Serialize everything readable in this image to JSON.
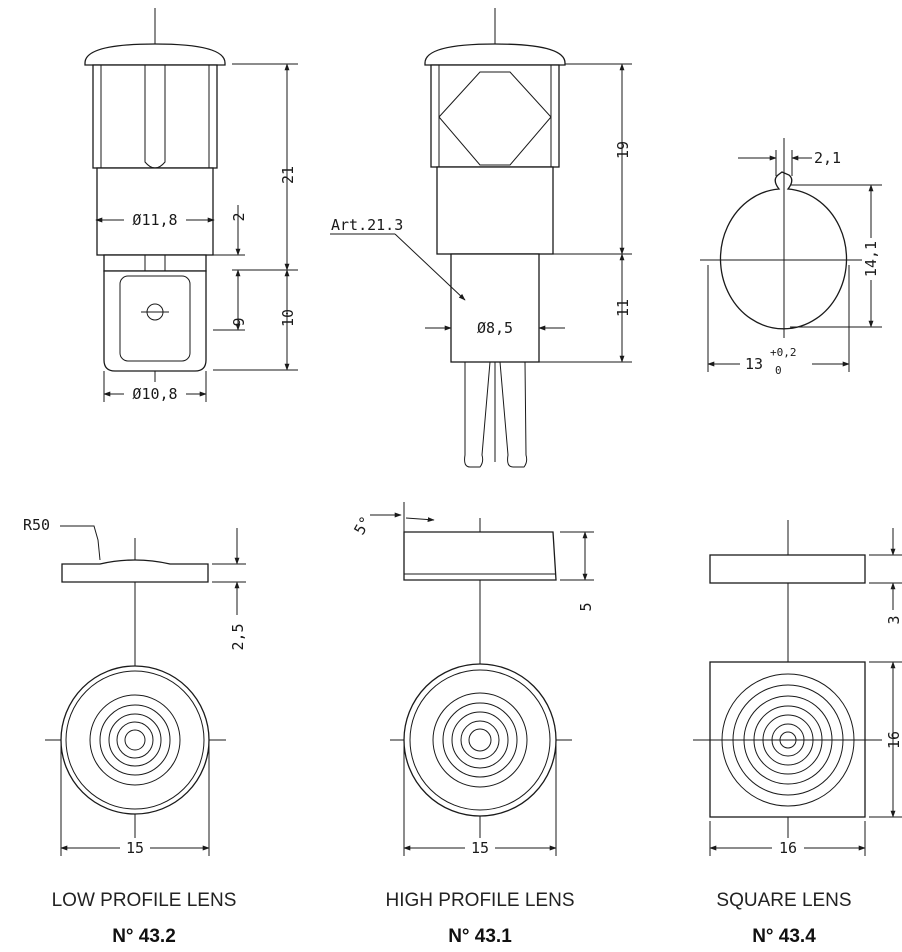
{
  "views": {
    "lamp_front": {
      "dim_height_total": "21",
      "dim_collar": "2",
      "dim_terminal": "9",
      "dim_base": "10",
      "dim_body_diameter": "Ø11,8",
      "dim_base_diameter": "Ø10,8"
    },
    "lamp_side": {
      "dim_upper": "19",
      "dim_lower": "11",
      "dim_diameter": "Ø8,5",
      "article_label": "Art.21.3"
    },
    "cutout": {
      "dim_key_width": "2,1",
      "dim_height": "14,1",
      "dim_width": "13",
      "tol_upper": "+0,2",
      "tol_lower": "0"
    },
    "lens_low": {
      "dim_radius": "R50",
      "dim_thickness": "2,5",
      "dim_width": "15",
      "caption": "LOW PROFILE LENS",
      "code": "N° 43.2"
    },
    "lens_high": {
      "dim_angle": "5°",
      "dim_thickness": "5",
      "dim_width": "15",
      "caption": "HIGH PROFILE LENS",
      "code": "N° 43.1"
    },
    "lens_square": {
      "dim_thickness": "3",
      "dim_side": "16",
      "dim_width": "16",
      "caption": "SQUARE LENS",
      "code": "N° 43.4"
    }
  }
}
